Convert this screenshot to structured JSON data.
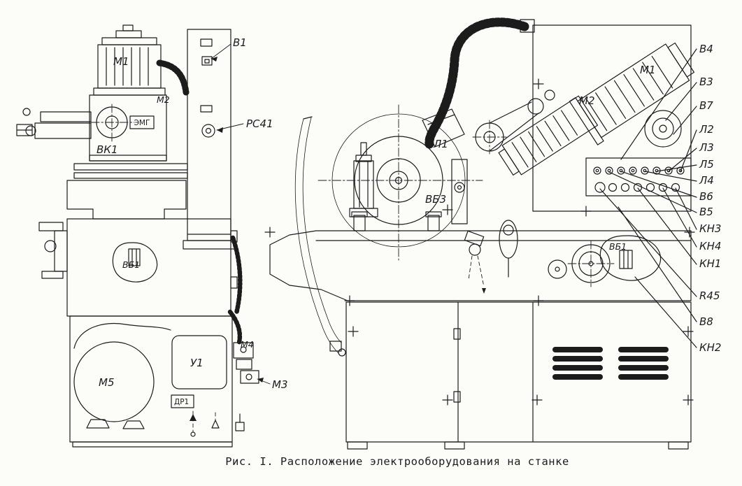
{
  "caption": "Рис. I. Расположение электрооборудования на станке",
  "colors": {
    "ink": "#1c1c1c",
    "paper": "#fcfcf9"
  },
  "left_view": {
    "labels": {
      "m1": "М1",
      "m2": "М2",
      "vk1": "ВК1",
      "emg": "ЭМГ",
      "v1": "В1",
      "rs41": "РС41",
      "vb1": "ВБ1",
      "m5": "М5",
      "u1": "У1",
      "m4": "М4",
      "m3": "М3",
      "dr1": "ДР1"
    }
  },
  "right_view": {
    "labels": {
      "m2": "М2",
      "m1": "М1",
      "l1": "Л1",
      "vb3": "ВБ3",
      "vb1": "ВБ1"
    },
    "callouts": [
      "В4",
      "В3",
      "В7",
      "Л2",
      "Л3",
      "Л5",
      "Л4",
      "В6",
      "В5",
      "КН3",
      "КН4",
      "КН1",
      "R45",
      "В8",
      "КН2"
    ]
  }
}
